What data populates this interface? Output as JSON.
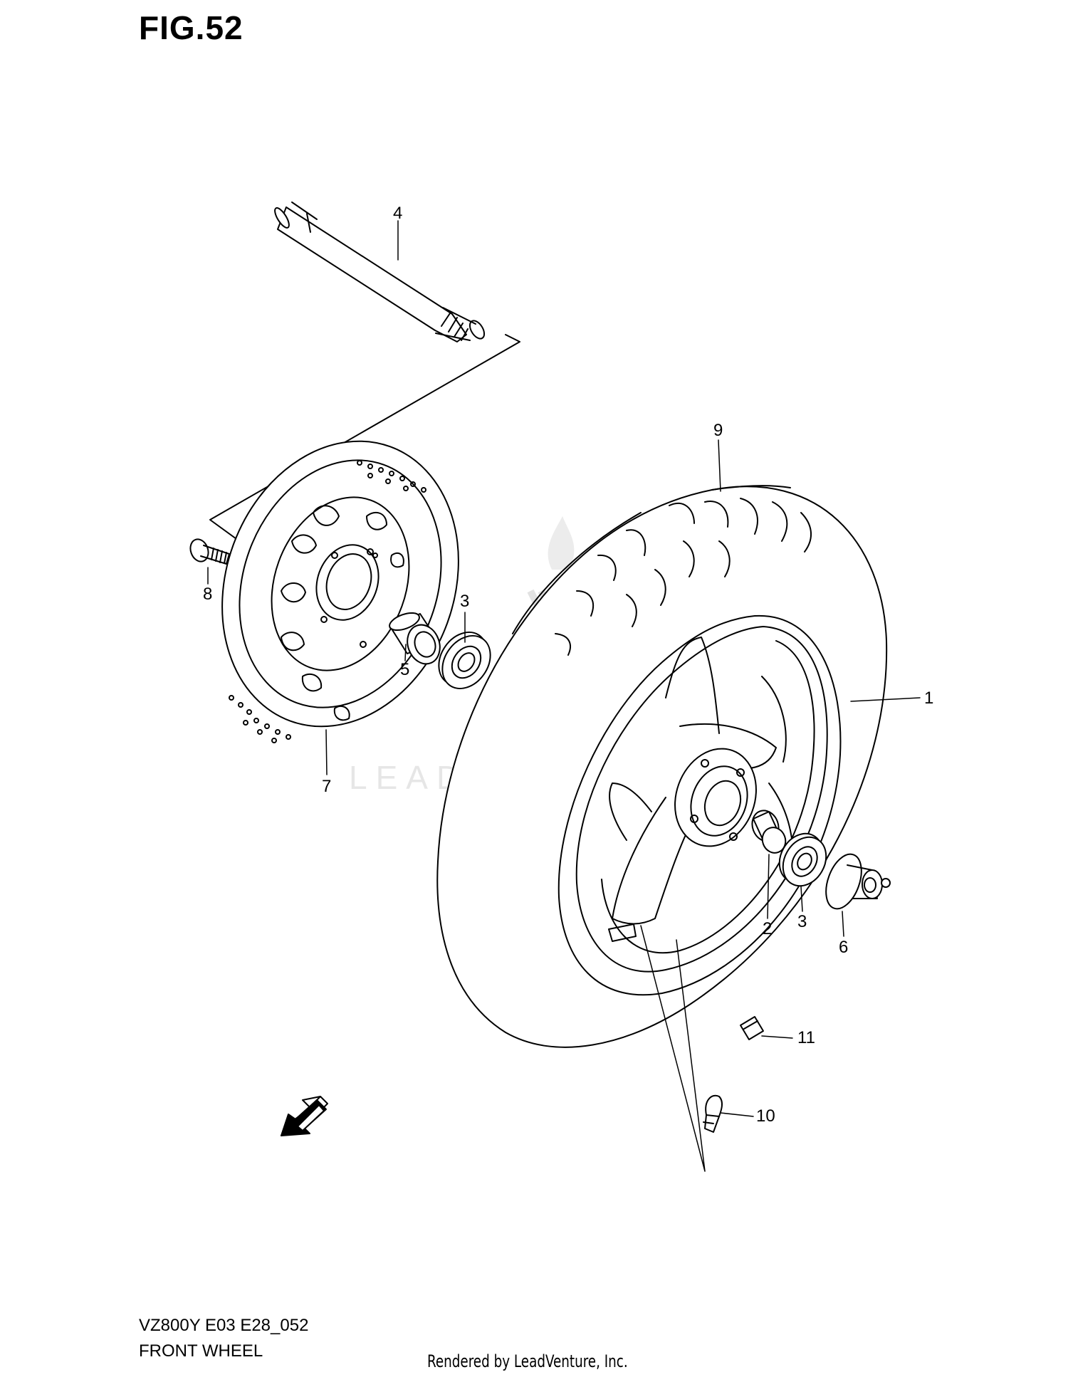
{
  "figure": {
    "title": "FIG.52",
    "model_code": "VZ800Y E03 E28_052",
    "caption": "FRONT WHEEL",
    "rendered_by": "Rendered by LeadVenture, Inc.",
    "watermark": "LEADVENTURE"
  },
  "callouts": {
    "c1": "1",
    "c2": "2",
    "c3a": "3",
    "c3b": "3",
    "c4": "4",
    "c5": "5",
    "c6": "6",
    "c7": "7",
    "c8": "8",
    "c9": "9",
    "c10": "10",
    "c11": "11"
  },
  "fwd_label": "FWD",
  "colors": {
    "line": "#000000",
    "watermark": "#e6e6e6"
  }
}
